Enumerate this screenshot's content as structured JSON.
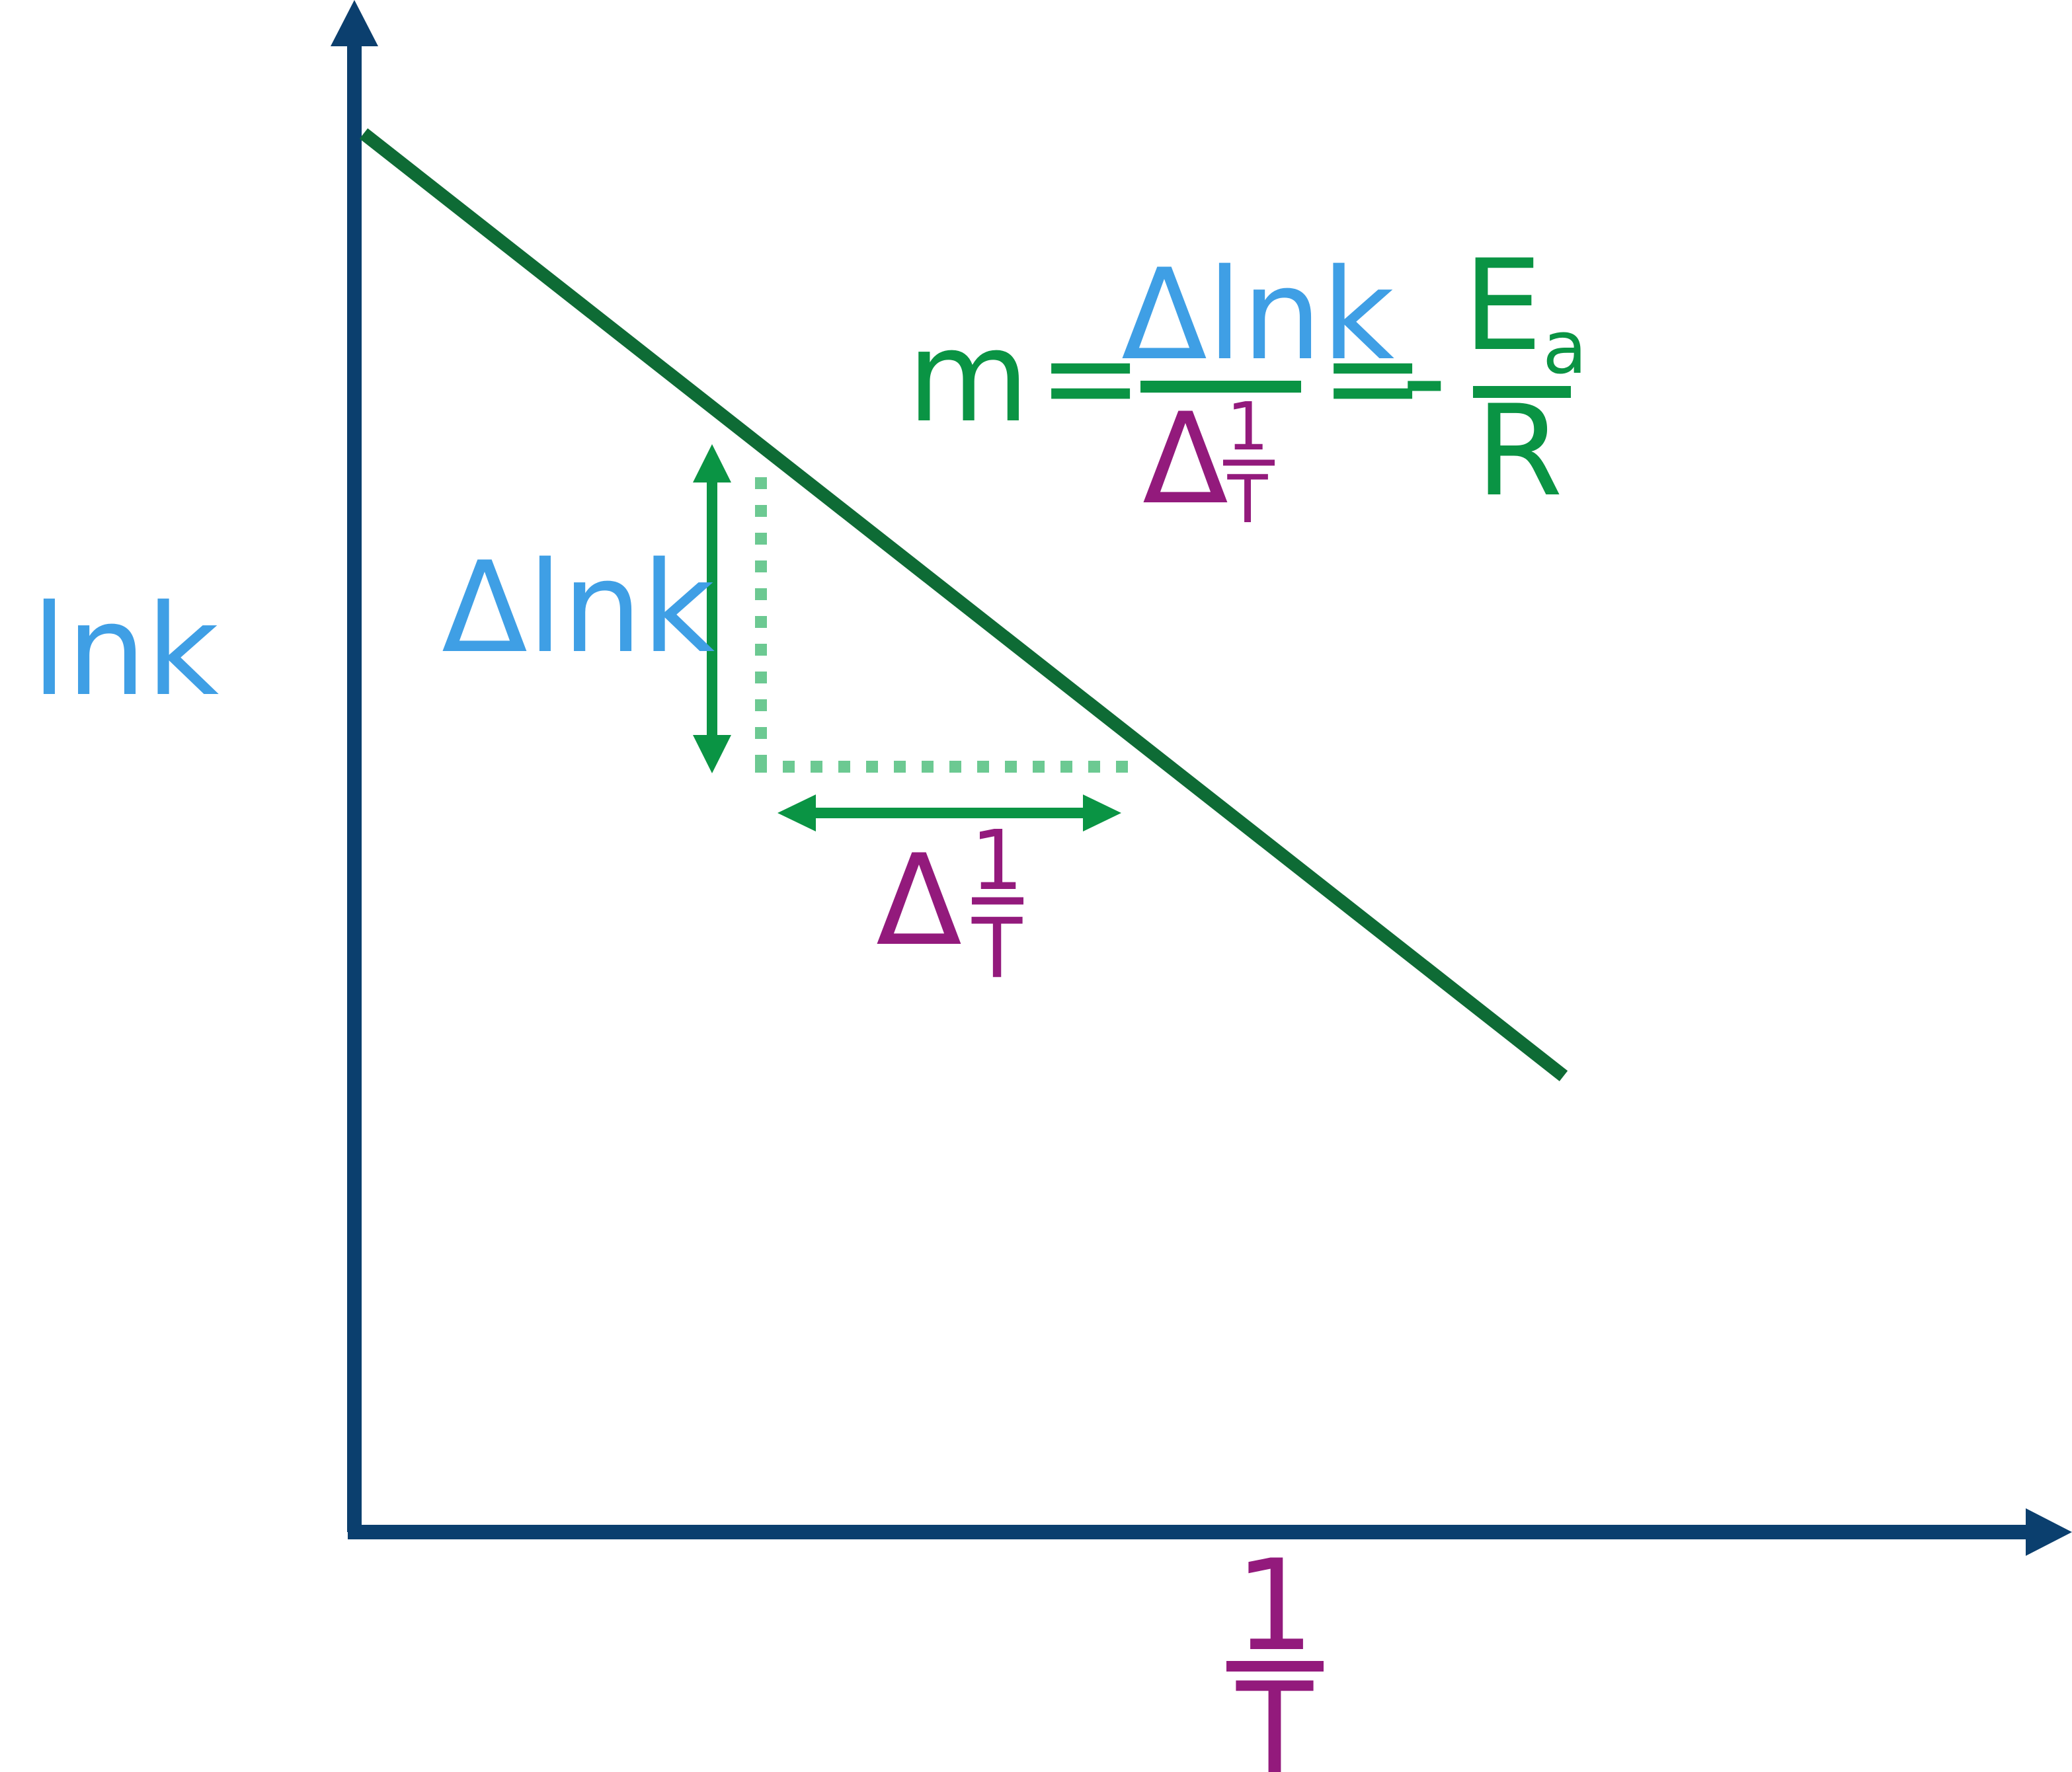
{
  "colors": {
    "axis": "#0b3f6e",
    "trend_line": "#0e6b35",
    "delta_arrow": "#0a9444",
    "guide_dotted": "#6cc992",
    "lnk_text": "#3f9fe5",
    "inv_t_text": "#931a7c",
    "equation_text": "#0a9444"
  },
  "axes": {
    "y_label": "lnk",
    "x_label_numerator": "1",
    "x_label_denominator": "T"
  },
  "rise_label": {
    "delta": "Δ",
    "text": "lnk"
  },
  "run_label": {
    "delta": "Δ",
    "numerator": "1",
    "denominator": "T"
  },
  "equation": {
    "lhs": "m",
    "equals_1": "=",
    "frac1_numerator_delta": "Δ",
    "frac1_numerator_text": "lnk",
    "frac1_denominator_delta": "Δ",
    "frac1_denominator_numerator": "1",
    "frac1_denominator_denominator": "T",
    "equals_2": "=",
    "minus": "-",
    "frac2_numerator_main": "E",
    "frac2_numerator_subscript": "a",
    "frac2_denominator": "R"
  }
}
